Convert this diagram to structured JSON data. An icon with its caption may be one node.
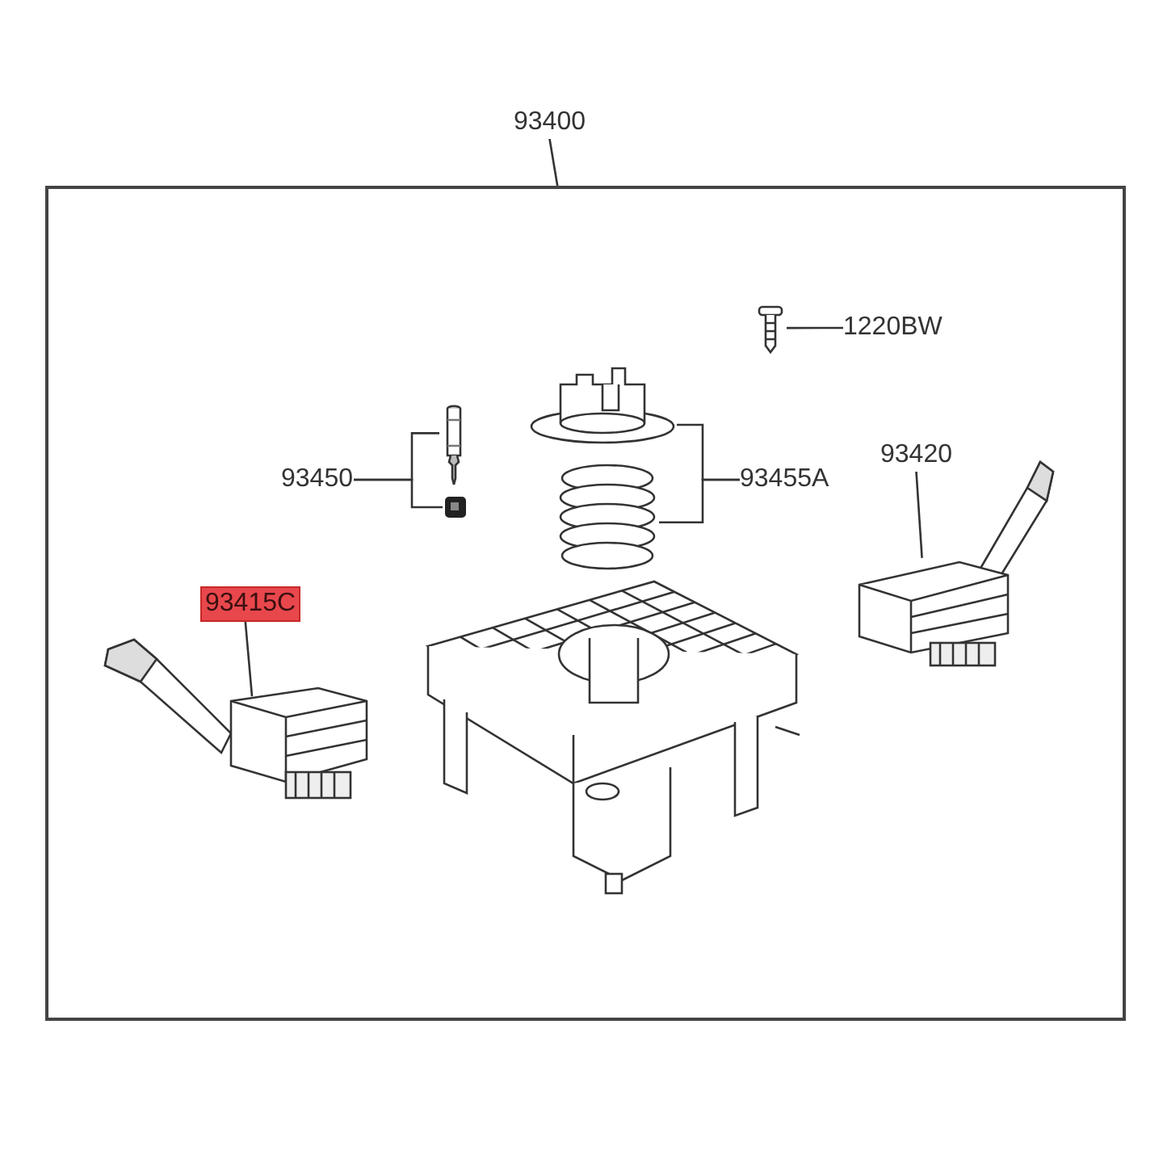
{
  "diagram": {
    "nodes": [
      {
        "text": [
          "93400"
        ]
      },
      {
        "text": [],
        "shape": "box"
      },
      {
        "text": [
          "1220BW"
        ],
        "in": 1
      },
      {
        "text": [],
        "shape": "picture",
        "in": 1
      },
      {
        "text": [
          "93450"
        ],
        "in": 1
      },
      {
        "text": [],
        "shape": "picture",
        "in": 1
      },
      {
        "text": [],
        "shape": "picture",
        "in": 1
      },
      {
        "text": [],
        "shape": "picture",
        "in": 1
      },
      {
        "text": [],
        "shape": "picture",
        "in": 1
      },
      {
        "text": [
          "93455A"
        ],
        "in": 1
      },
      {
        "text": [
          "93420"
        ],
        "in": 1
      },
      {
        "text": [],
        "shape": "picture",
        "in": 1
      },
      {
        "text": [
          "93415C"
        ],
        "in": 1
      },
      {
        "text": [],
        "shape": "picture",
        "in": 1
      }
    ],
    "edges": [
      {
        "from": 0,
        "to": 1,
        "arrow": "none"
      },
      {
        "from": 2,
        "to": 3,
        "arrow": "none"
      },
      {
        "from": 4,
        "to": 5,
        "arrow": "none"
      },
      {
        "from": 4,
        "to": 6,
        "arrow": "none"
      },
      {
        "from": 9,
        "to": 7,
        "arrow": "none"
      },
      {
        "from": 9,
        "to": 8,
        "arrow": "none"
      },
      {
        "from": 10,
        "to": 11,
        "arrow": "none"
      },
      {
        "from": 12,
        "to": 13,
        "arrow": "none"
      }
    ]
  }
}
